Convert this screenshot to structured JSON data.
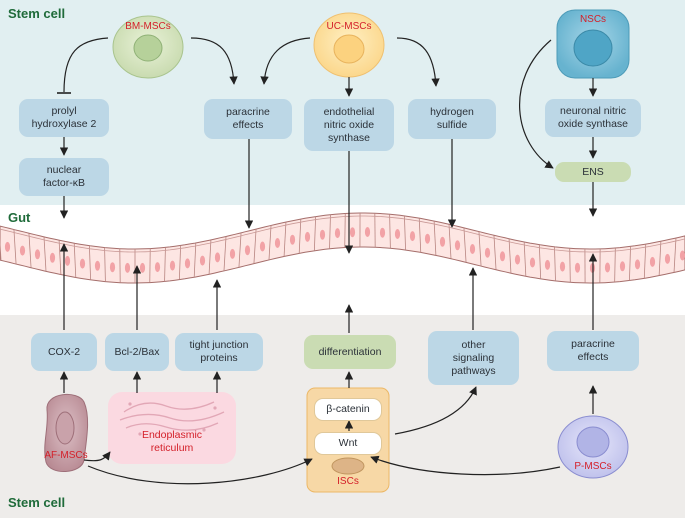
{
  "sections": {
    "top": "Stem cell",
    "middle": "Gut",
    "bottom": "Stem cell"
  },
  "cells": {
    "bm_mscs": "BM-MSCs",
    "uc_mscs": "UC-MSCs",
    "nscs": "NSCs",
    "af_mscs": "AF-MSCs",
    "p_mscs": "P-MSCs",
    "iscs": "ISCs"
  },
  "top_boxes": {
    "prolyl": "prolyl\nhydroxylase 2",
    "nfkb": "nuclear\nfactor-κB",
    "paracrine": "paracrine\neffects",
    "enos": "endothelial\nnitric oxide\nsynthase",
    "h2s": "hydrogen\nsulfide",
    "nnos": "neuronal nitric\noxide synthase",
    "ens": "ENS"
  },
  "bottom_boxes": {
    "cox2": "COX-2",
    "bcl2": "Bcl-2/Bax",
    "tight": "tight junction\nproteins",
    "differentiation": "differentiation",
    "other": "other\nsignaling\npathways",
    "paracrine": "paracrine\neffects"
  },
  "isc_boxes": {
    "catenin": "β-catenin",
    "wnt": "Wnt"
  },
  "organelle": {
    "er": "Endoplasmic\nreticulum"
  },
  "colors": {
    "top_band": "#e1eff1",
    "bottom_band": "#eeecea",
    "box_blue": "#bcd7e6",
    "box_green": "#cadcb3",
    "label_red": "#d4202a",
    "section_green": "#1f6b3a",
    "isc_panel": "#f7d8a6"
  }
}
